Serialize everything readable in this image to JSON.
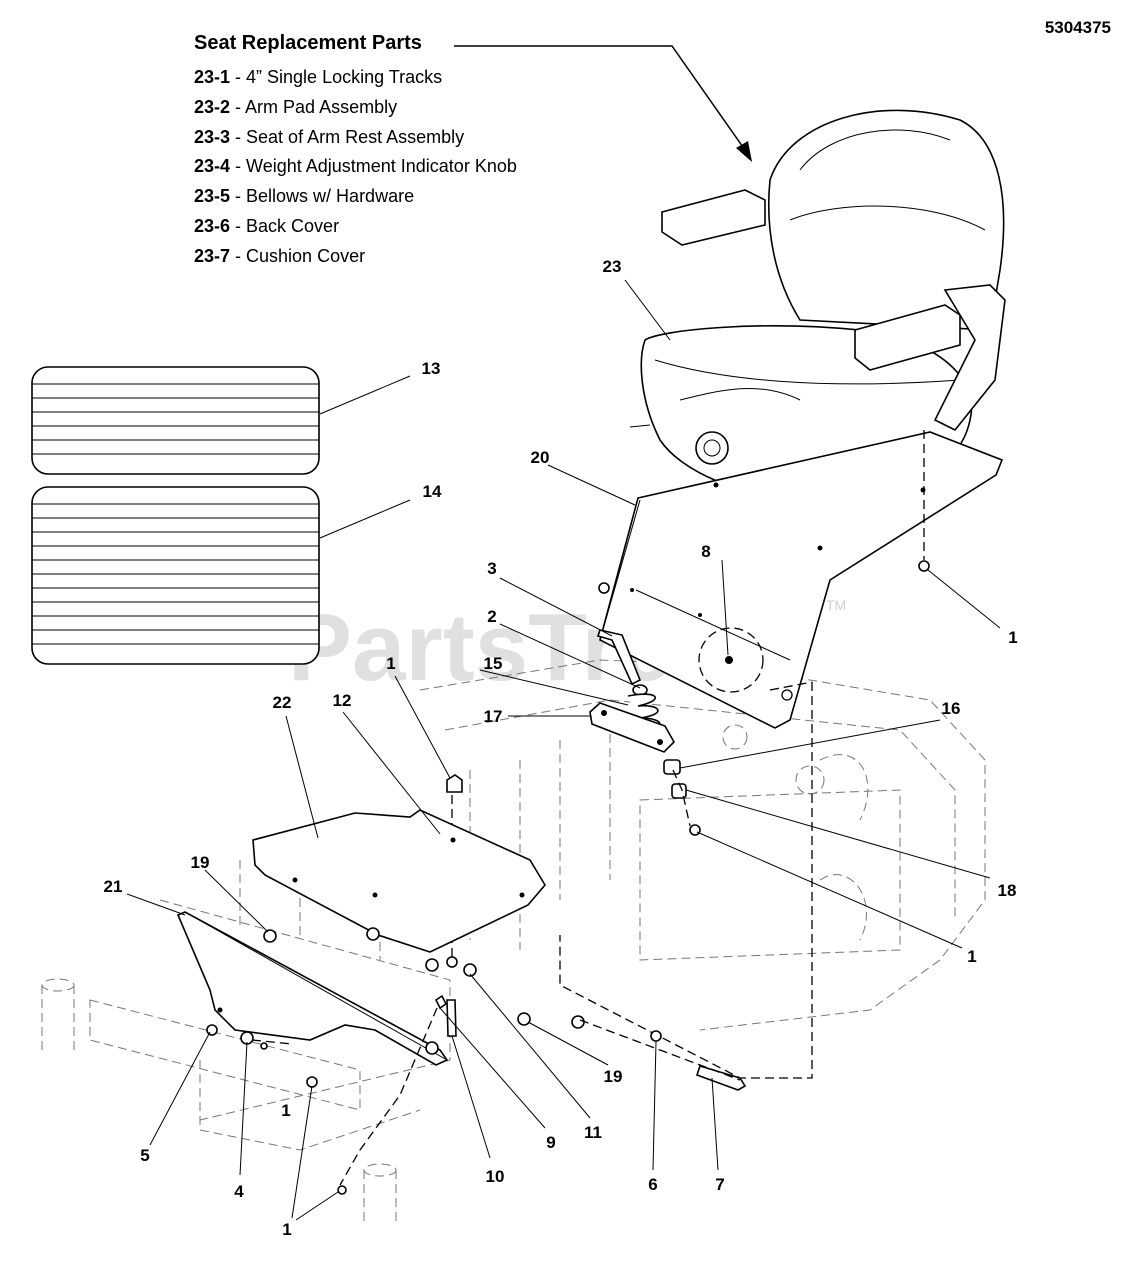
{
  "doc_number": "5304375",
  "legend": {
    "title": "Seat Replacement Parts",
    "items": [
      {
        "code": "23-1",
        "desc": " - 4” Single Locking Tracks"
      },
      {
        "code": "23-2",
        "desc": " - Arm Pad Assembly"
      },
      {
        "code": "23-3",
        "desc": " - Seat of Arm Rest Assembly"
      },
      {
        "code": "23-4",
        "desc": " - Weight Adjustment Indicator Knob"
      },
      {
        "code": "23-5",
        "desc": " - Bellows w/ Hardware"
      },
      {
        "code": "23-6",
        "desc": " - Back Cover"
      },
      {
        "code": "23-7",
        "desc": " - Cushion Cover"
      }
    ]
  },
  "watermark": {
    "text": "PartsTree",
    "mark": "TM"
  },
  "callouts": [
    "1",
    "1",
    "1",
    "1",
    "1",
    "2",
    "3",
    "4",
    "5",
    "6",
    "7",
    "8",
    "9",
    "10",
    "11",
    "12",
    "13",
    "14",
    "15",
    "16",
    "17",
    "18",
    "19",
    "19",
    "20",
    "21",
    "22",
    "23"
  ]
}
